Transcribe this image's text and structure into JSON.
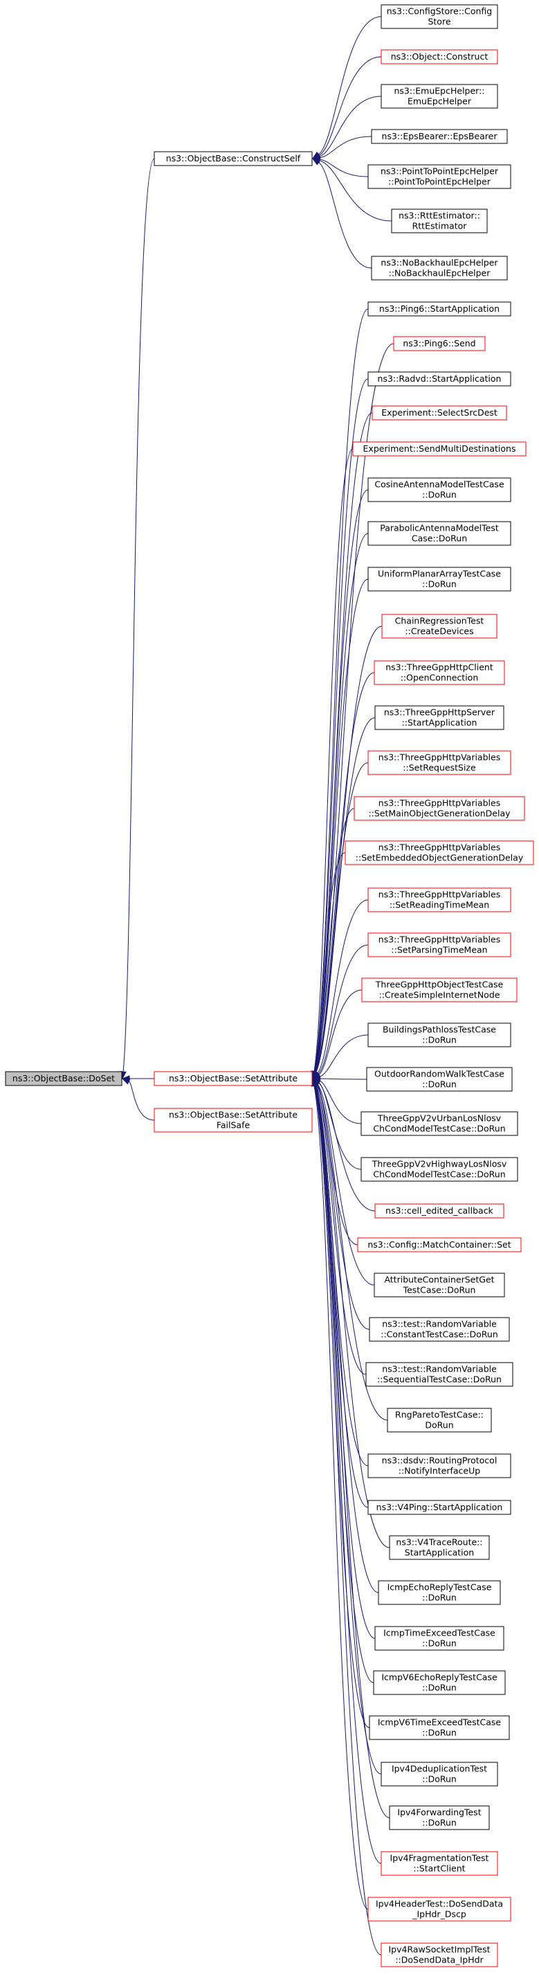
{
  "colors": {
    "edge": "#191970",
    "documented_border": "#000000",
    "undocumented_border": "#ff0000",
    "selected_fill": "#bfbfbf",
    "node_fill": "#ffffff"
  },
  "root": {
    "id": "doset",
    "lines": [
      "ns3::ObjectBase::DoSet"
    ],
    "style": "selected"
  },
  "level1": [
    {
      "id": "construct_self",
      "lines": [
        "ns3::ObjectBase::ConstructSelf"
      ],
      "style": "documented",
      "callers": [
        "config_store",
        "object_construct",
        "emu_epc",
        "eps_bearer",
        "p2p_epc",
        "rtt_estimator",
        "nobackhaul_epc"
      ]
    },
    {
      "id": "set_attribute",
      "lines": [
        "ns3::ObjectBase::SetAttribute"
      ],
      "style": "undocumented",
      "callers": [
        "ping6_start",
        "ping6_send",
        "radvd_start",
        "exp_select",
        "exp_multi",
        "cosine_ant",
        "parabolic_ant",
        "uniform_planar",
        "chain_regression",
        "http_client_open",
        "http_server_start",
        "http_var_request",
        "http_var_main",
        "http_var_embedded",
        "http_var_reading",
        "http_var_parsing",
        "http_object_test",
        "buildings_pathloss",
        "outdoor_random_walk",
        "threegpp_urban",
        "threegpp_highway",
        "cell_edited",
        "config_match_set",
        "attr_container",
        "random_constant",
        "random_sequential",
        "rng_pareto",
        "dsdv_notify",
        "v4ping_start",
        "v4traceroute_start",
        "icmp_echo_reply",
        "icmp_time_exceed",
        "icmpv6_echo_reply",
        "icmpv6_time_exceed",
        "ipv4_dedup",
        "ipv4_forwarding",
        "ipv4_fragmentation",
        "ipv4_header",
        "ipv4_raw_socket"
      ]
    },
    {
      "id": "set_attribute_failsafe",
      "lines": [
        "ns3::ObjectBase::SetAttribute",
        "FailSafe"
      ],
      "style": "undocumented",
      "callers": []
    }
  ],
  "callers": [
    {
      "id": "config_store",
      "lines": [
        "ns3::ConfigStore::Config",
        "Store"
      ],
      "style": "documented"
    },
    {
      "id": "object_construct",
      "lines": [
        "ns3::Object::Construct"
      ],
      "style": "undocumented"
    },
    {
      "id": "emu_epc",
      "lines": [
        "ns3::EmuEpcHelper::",
        "EmuEpcHelper"
      ],
      "style": "documented"
    },
    {
      "id": "eps_bearer",
      "lines": [
        "ns3::EpsBearer::EpsBearer"
      ],
      "style": "documented"
    },
    {
      "id": "p2p_epc",
      "lines": [
        "ns3::PointToPointEpcHelper",
        "::PointToPointEpcHelper"
      ],
      "style": "documented"
    },
    {
      "id": "rtt_estimator",
      "lines": [
        "ns3::RttEstimator::",
        "RttEstimator"
      ],
      "style": "documented"
    },
    {
      "id": "nobackhaul_epc",
      "lines": [
        "ns3::NoBackhaulEpcHelper",
        "::NoBackhaulEpcHelper"
      ],
      "style": "documented"
    },
    {
      "id": "ping6_start",
      "lines": [
        "ns3::Ping6::StartApplication"
      ],
      "style": "documented"
    },
    {
      "id": "ping6_send",
      "lines": [
        "ns3::Ping6::Send"
      ],
      "style": "undocumented"
    },
    {
      "id": "radvd_start",
      "lines": [
        "ns3::Radvd::StartApplication"
      ],
      "style": "documented"
    },
    {
      "id": "exp_select",
      "lines": [
        "Experiment::SelectSrcDest"
      ],
      "style": "undocumented"
    },
    {
      "id": "exp_multi",
      "lines": [
        "Experiment::SendMultiDestinations"
      ],
      "style": "undocumented"
    },
    {
      "id": "cosine_ant",
      "lines": [
        "CosineAntennaModelTestCase",
        "::DoRun"
      ],
      "style": "documented"
    },
    {
      "id": "parabolic_ant",
      "lines": [
        "ParabolicAntennaModelTest",
        "Case::DoRun"
      ],
      "style": "documented"
    },
    {
      "id": "uniform_planar",
      "lines": [
        "UniformPlanarArrayTestCase",
        "::DoRun"
      ],
      "style": "documented"
    },
    {
      "id": "chain_regression",
      "lines": [
        "ChainRegressionTest",
        "::CreateDevices"
      ],
      "style": "undocumented"
    },
    {
      "id": "http_client_open",
      "lines": [
        "ns3::ThreeGppHttpClient",
        "::OpenConnection"
      ],
      "style": "undocumented"
    },
    {
      "id": "http_server_start",
      "lines": [
        "ns3::ThreeGppHttpServer",
        "::StartApplication"
      ],
      "style": "documented"
    },
    {
      "id": "http_var_request",
      "lines": [
        "ns3::ThreeGppHttpVariables",
        "::SetRequestSize"
      ],
      "style": "undocumented"
    },
    {
      "id": "http_var_main",
      "lines": [
        "ns3::ThreeGppHttpVariables",
        "::SetMainObjectGenerationDelay"
      ],
      "style": "undocumented"
    },
    {
      "id": "http_var_embedded",
      "lines": [
        "ns3::ThreeGppHttpVariables",
        "::SetEmbeddedObjectGenerationDelay"
      ],
      "style": "undocumented"
    },
    {
      "id": "http_var_reading",
      "lines": [
        "ns3::ThreeGppHttpVariables",
        "::SetReadingTimeMean"
      ],
      "style": "undocumented"
    },
    {
      "id": "http_var_parsing",
      "lines": [
        "ns3::ThreeGppHttpVariables",
        "::SetParsingTimeMean"
      ],
      "style": "undocumented"
    },
    {
      "id": "http_object_test",
      "lines": [
        "ThreeGppHttpObjectTestCase",
        "::CreateSimpleInternetNode"
      ],
      "style": "undocumented"
    },
    {
      "id": "buildings_pathloss",
      "lines": [
        "BuildingsPathlossTestCase",
        "::DoRun"
      ],
      "style": "documented"
    },
    {
      "id": "outdoor_random_walk",
      "lines": [
        "OutdoorRandomWalkTestCase",
        "::DoRun"
      ],
      "style": "documented"
    },
    {
      "id": "threegpp_urban",
      "lines": [
        "ThreeGppV2vUrbanLosNlosv",
        "ChCondModelTestCase::DoRun"
      ],
      "style": "documented"
    },
    {
      "id": "threegpp_highway",
      "lines": [
        "ThreeGppV2vHighwayLosNlosv",
        "ChCondModelTestCase::DoRun"
      ],
      "style": "documented"
    },
    {
      "id": "cell_edited",
      "lines": [
        "ns3::cell_edited_callback"
      ],
      "style": "undocumented"
    },
    {
      "id": "config_match_set",
      "lines": [
        "ns3::Config::MatchContainer::Set"
      ],
      "style": "undocumented"
    },
    {
      "id": "attr_container",
      "lines": [
        "AttributeContainerSetGet",
        "TestCase::DoRun"
      ],
      "style": "documented"
    },
    {
      "id": "random_constant",
      "lines": [
        "ns3::test::RandomVariable",
        "::ConstantTestCase::DoRun"
      ],
      "style": "documented"
    },
    {
      "id": "random_sequential",
      "lines": [
        "ns3::test::RandomVariable",
        "::SequentialTestCase::DoRun"
      ],
      "style": "documented"
    },
    {
      "id": "rng_pareto",
      "lines": [
        "RngParetoTestCase::",
        "DoRun"
      ],
      "style": "documented"
    },
    {
      "id": "dsdv_notify",
      "lines": [
        "ns3::dsdv::RoutingProtocol",
        "::NotifyInterfaceUp"
      ],
      "style": "documented"
    },
    {
      "id": "v4ping_start",
      "lines": [
        "ns3::V4Ping::StartApplication"
      ],
      "style": "documented"
    },
    {
      "id": "v4traceroute_start",
      "lines": [
        "ns3::V4TraceRoute::",
        "StartApplication"
      ],
      "style": "documented"
    },
    {
      "id": "icmp_echo_reply",
      "lines": [
        "IcmpEchoReplyTestCase",
        "::DoRun"
      ],
      "style": "documented"
    },
    {
      "id": "icmp_time_exceed",
      "lines": [
        "IcmpTimeExceedTestCase",
        "::DoRun"
      ],
      "style": "documented"
    },
    {
      "id": "icmpv6_echo_reply",
      "lines": [
        "IcmpV6EchoReplyTestCase",
        "::DoRun"
      ],
      "style": "documented"
    },
    {
      "id": "icmpv6_time_exceed",
      "lines": [
        "IcmpV6TimeExceedTestCase",
        "::DoRun"
      ],
      "style": "documented"
    },
    {
      "id": "ipv4_dedup",
      "lines": [
        "Ipv4DeduplicationTest",
        "::DoRun"
      ],
      "style": "documented"
    },
    {
      "id": "ipv4_forwarding",
      "lines": [
        "Ipv4ForwardingTest",
        "::DoRun"
      ],
      "style": "documented"
    },
    {
      "id": "ipv4_fragmentation",
      "lines": [
        "Ipv4FragmentationTest",
        "::StartClient"
      ],
      "style": "undocumented"
    },
    {
      "id": "ipv4_header",
      "lines": [
        "Ipv4HeaderTest::DoSendData",
        "_IpHdr_Dscp"
      ],
      "style": "undocumented"
    },
    {
      "id": "ipv4_raw_socket",
      "lines": [
        "Ipv4RawSocketImplTest",
        "::DoSendData_IpHdr"
      ],
      "style": "undocumented"
    }
  ]
}
